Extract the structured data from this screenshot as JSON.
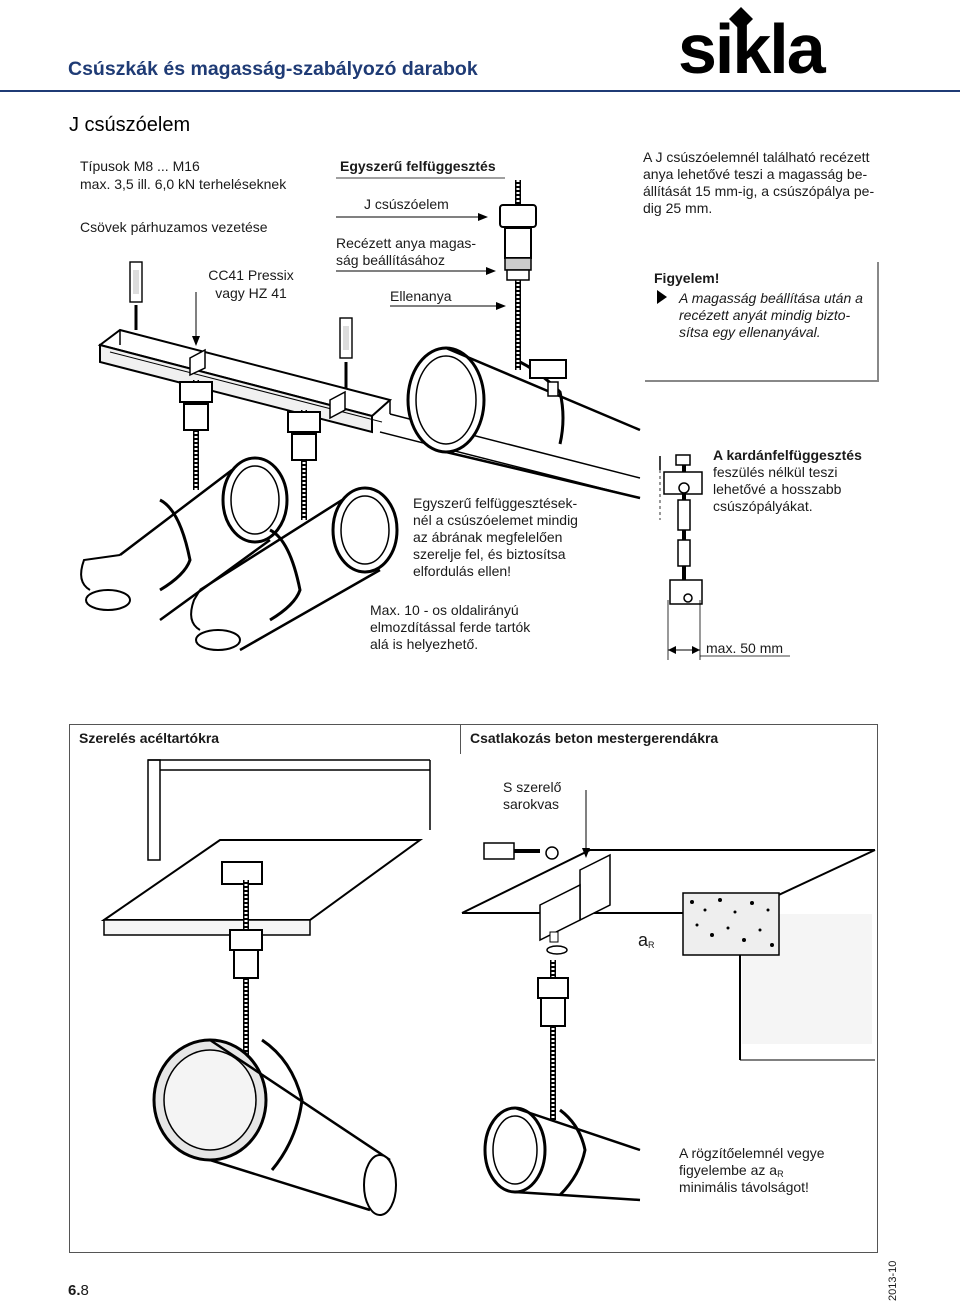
{
  "header": {
    "title": "Csúszkák és magasság-szabályozó darabok",
    "logo_text": "sikla"
  },
  "section": {
    "title": "J csúszóelem"
  },
  "top_left": {
    "types_line1": "Típusok M8 ... M16",
    "types_line2": "max. 3,5 ill. 6,0 kN terheléseknek",
    "parallel": "Csövek párhuzamos vezetése",
    "rail_line1": "CC41 Pressix",
    "rail_line2": "vagy HZ 41"
  },
  "top_mid": {
    "heading": "Egyszerű felfüggesztés",
    "j_label": "J csúszóelem",
    "nut_line1": "Recézett anya magas-",
    "nut_line2": "ság beállításához",
    "counter": "Ellenanya"
  },
  "top_right": {
    "l1": "A J csúszóelemnél található recézett",
    "l2": "anya lehetővé teszi a magasság be-",
    "l3": "állítását 15 mm-ig, a csúszópálya pe-",
    "l4": "dig 25 mm."
  },
  "warning": {
    "title": "Figyelem!",
    "l1": "A magasság beállítása után a",
    "l2": "recézett anyát mindig bizto-",
    "l3": "sítsa egy ellenanyával."
  },
  "mid_text": {
    "l1": "Egyszerű felfüggesztések-",
    "l2": "nél a csúszóelemet mindig",
    "l3": "az ábrának megfelelően",
    "l4": "szerelje fel, és biztosítsa",
    "l5": "elfordulás ellen!"
  },
  "mid_text2": {
    "l1": "Max. 10  - os oldalirányú",
    "l2": "elmozdítással ferde tartók",
    "l3": "alá is helyezhető."
  },
  "cardan": {
    "l1": "A kardánfelfüggesztés",
    "l2": "feszülés nélkül teszi",
    "l3": "lehetővé a hosszabb",
    "l4": "csúszópályákat.",
    "dim": "max. 50 mm"
  },
  "lower": {
    "steel_title": "Szerelés acéltartókra",
    "concrete_title": "Csatlakozás beton mestergerendákra",
    "bracket_l1": "S szerelő",
    "bracket_l2": "sarokvas",
    "ar_main": "a",
    "ar_sub": "R",
    "note_l1": "A rögzítőelemnél vegye",
    "note_l2_prefix": "figyelembe az a",
    "note_l2_sub": "R",
    "note_l3": "minimális távolságot!"
  },
  "footer": {
    "page_bold": "6.",
    "page_rest": "8",
    "date": "2013-10"
  }
}
